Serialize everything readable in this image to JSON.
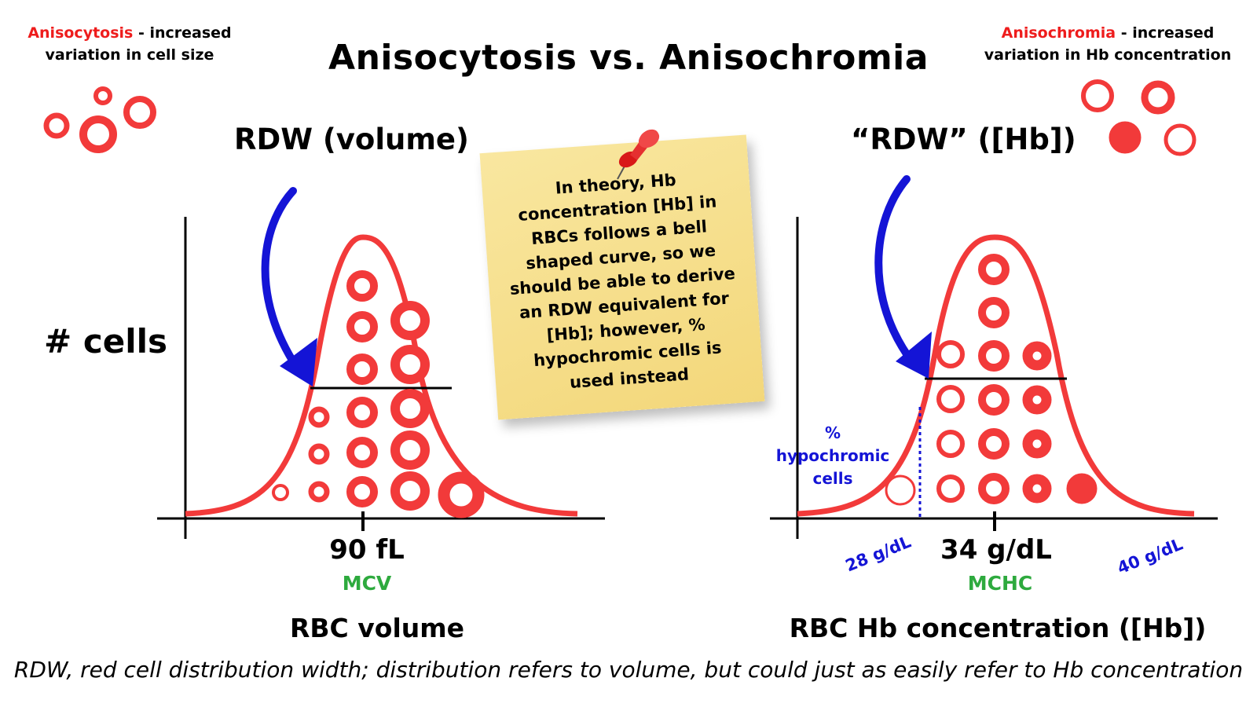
{
  "title": "Anisocytosis vs. Anisochromia",
  "left_definition": {
    "term": "Anisocytosis",
    "rest_line1": " - increased",
    "line2": "variation in cell size"
  },
  "right_definition": {
    "term": "Anisochromia",
    "rest_line1": " - increased",
    "line2": "variation in Hb concentration"
  },
  "left_panel": {
    "heading": "RDW (volume)",
    "y_label": "# cells",
    "tick_label": "90 fL",
    "index_label": "MCV",
    "x_label": "RBC volume"
  },
  "right_panel": {
    "heading": "“RDW” ([Hb])",
    "tick_label": "34 g/dL",
    "index_label": "MCHC",
    "x_label": "RBC Hb concentration ([Hb])",
    "low_label": "28 g/dL",
    "high_label": "40 g/dL",
    "hypo_label_line1": "% hypochromic",
    "hypo_label_line2": "cells"
  },
  "note": {
    "text": "In theory, Hb concentration [Hb] in RBCs follows a bell shaped curve, so we should be able to derive an RDW equivalent for [Hb]; however, % hypochromic cells is used instead"
  },
  "caption": "RDW, red cell distribution width; distribution refers to volume, but could just as easily refer to Hb concentration",
  "colors": {
    "red": "#f23a3a",
    "blue": "#1414d6",
    "green": "#2eaa3e",
    "note": "#f5dc84"
  }
}
